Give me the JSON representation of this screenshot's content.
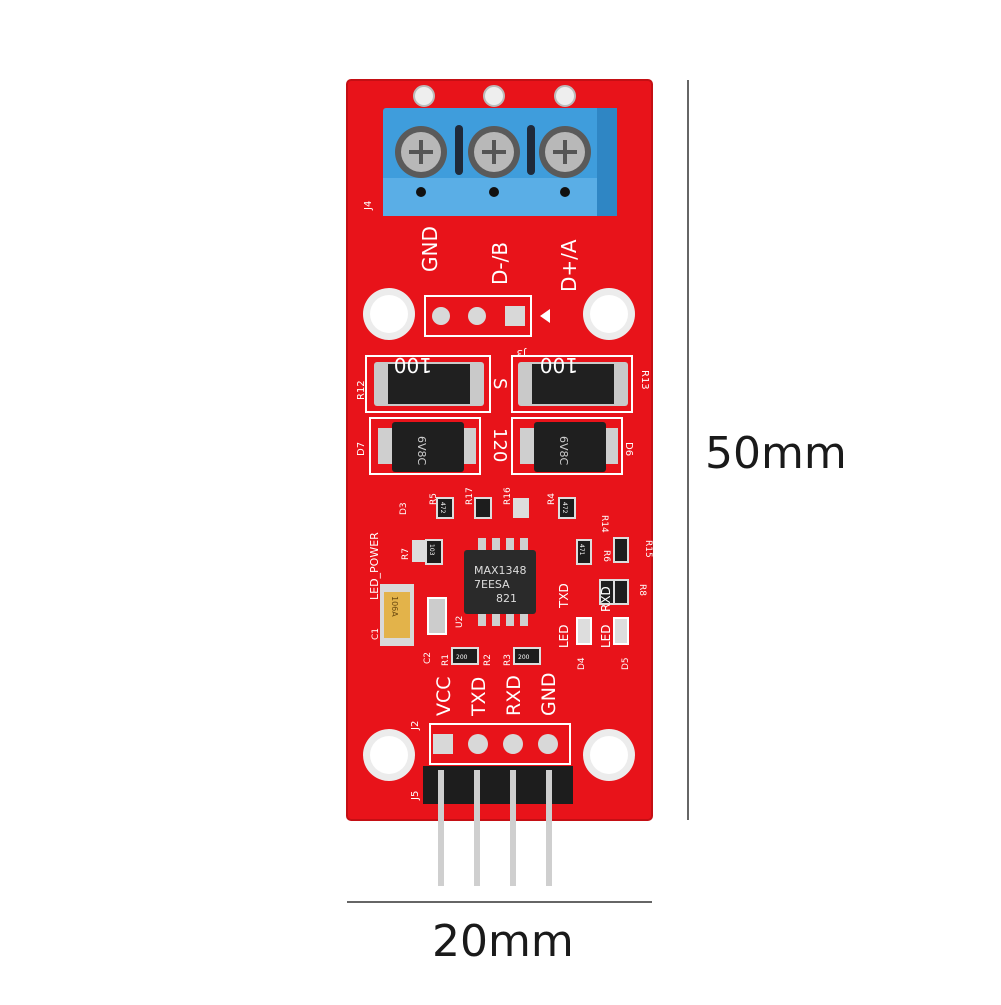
{
  "dimensions": {
    "height": "50mm",
    "width": "20mm"
  },
  "board": {
    "color": "#e8131a",
    "chip": {
      "lines": [
        "MAX1348",
        "7EESA",
        "821"
      ]
    },
    "terminal_labels": [
      "GND",
      "D-/B",
      "D+/A"
    ],
    "pin_labels": [
      "VCC",
      "TXD",
      "RXD",
      "GND"
    ],
    "resistor_values": {
      "large": "100",
      "small": [
        "472",
        "472",
        "200",
        "200",
        "103",
        "471"
      ]
    },
    "diode_marking": "6V8C",
    "cap_marking": "106A",
    "silk": {
      "j4": "J4",
      "j3": "J3",
      "j2": "J2",
      "j5": "J5",
      "r12": "R12",
      "r13": "R13",
      "d7": "D7",
      "d6": "D6",
      "s": "S",
      "val120": "120",
      "r5": "R5",
      "r17": "R17",
      "r16": "R16",
      "r4": "R4",
      "d3": "D3",
      "r7": "R7",
      "led_power": "LED_POWER",
      "c1": "C1",
      "c2": "C2",
      "u2": "U2",
      "r1": "R1",
      "r2": "R2",
      "r3": "R3",
      "r14": "R14",
      "r6": "R6",
      "r15": "R15",
      "r8": "R8",
      "txd": "TXD",
      "rxd": "RXD",
      "led": "LED",
      "d4": "D4",
      "d5": "D5"
    }
  },
  "colors": {
    "terminal": "#3f9ddc",
    "pins": "#d9d9d9",
    "pad": "#d8d8d8"
  }
}
